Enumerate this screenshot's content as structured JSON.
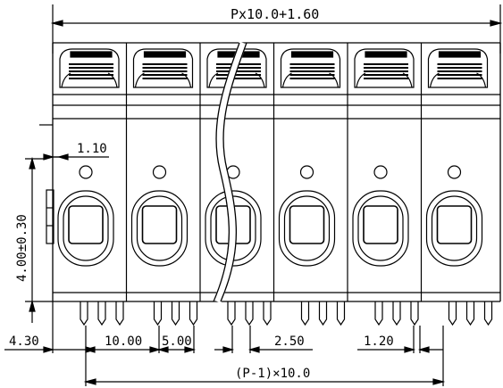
{
  "dimensions": {
    "overall_width": "Px10.0+1.60",
    "hole_offset": "1.10",
    "height": "4.00±0.30",
    "left_offset": "4.30",
    "pitch": "10.00",
    "pin_span": "5.00",
    "pin_gap": "2.50",
    "pin_width": "1.20",
    "total_pitch": "(P-1)×10.0"
  },
  "drawing": {
    "type": "terminal-block-front-view",
    "visible_poles": 6,
    "line_color": "#000000",
    "background": "#ffffff"
  }
}
